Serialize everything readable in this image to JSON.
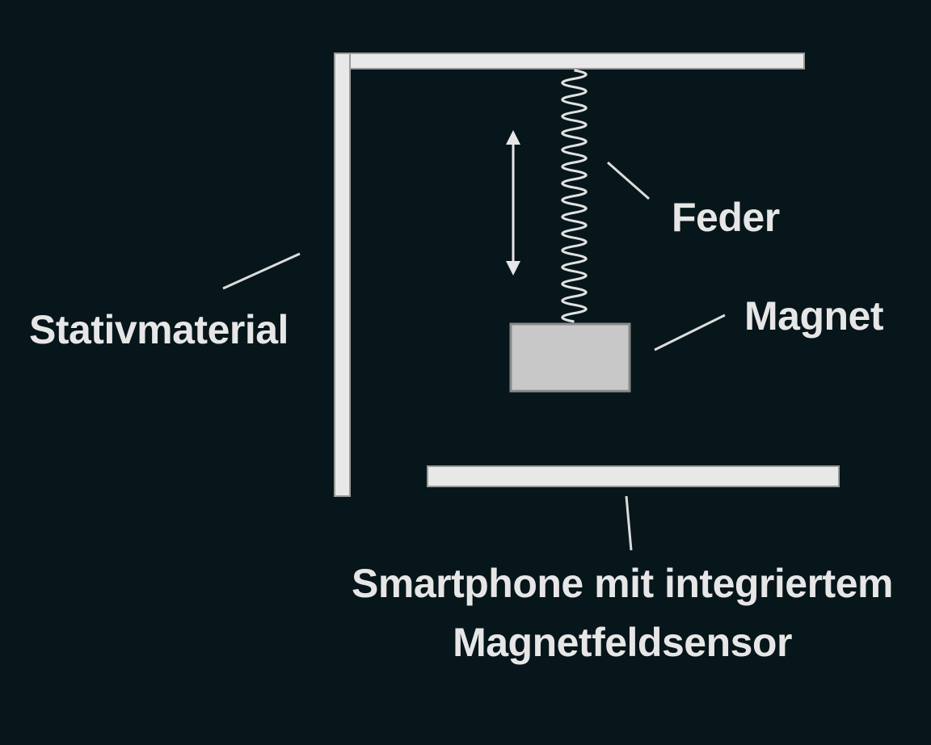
{
  "labels": {
    "stand": "Stativmaterial",
    "spring": "Feder",
    "magnet": "Magnet",
    "phone_line1": "Smartphone mit integriertem",
    "phone_line2": "Magnetfeldsensor"
  },
  "icons": {
    "motion_arrow": "double-vertical-arrow-icon"
  },
  "colors": {
    "background": "#07161b",
    "stand_fill": "#e8e8e8",
    "stand_edge": "#9a9a9a",
    "magnet_fill": "#c8c8c8",
    "magnet_edge": "#8a8a8a",
    "spring_stroke": "#e2e2e2",
    "text": "#e6e6e6",
    "leader_line": "#dcdcdc"
  }
}
